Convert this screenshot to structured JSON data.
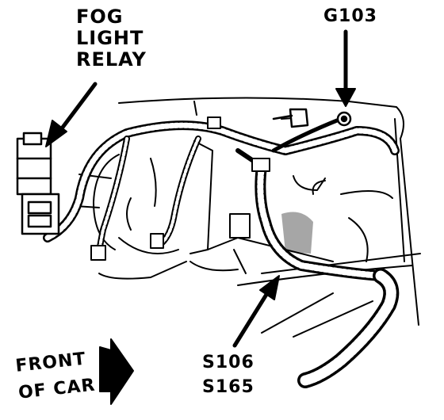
{
  "labels": {
    "fog_light_relay": [
      "FOG",
      "LIGHT",
      "RELAY"
    ],
    "ground": "G103",
    "splices": [
      "S106",
      "S165"
    ],
    "front": [
      "FRONT",
      "OF CAR"
    ]
  },
  "colors": {
    "ink": "#000000",
    "paper": "#ffffff"
  },
  "icons": [
    "fog-light-relay-icon",
    "ground-bolt-icon",
    "wiring-harness-icon",
    "direction-arrow-icon"
  ]
}
